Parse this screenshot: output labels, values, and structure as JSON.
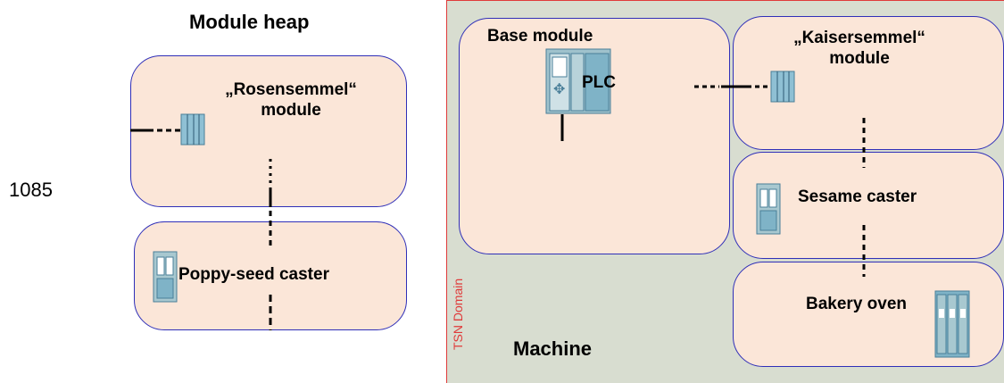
{
  "heap": {
    "title": "Module heap",
    "rosensemmel_label": "„Rosensemmel“\nmodule",
    "poppy_label": "Poppy-seed caster"
  },
  "side_number": "1085",
  "machine": {
    "title": "Machine",
    "domain_label": "TSN Domain",
    "base_label": "Base module",
    "plc_label": "PLC",
    "kaiser_label": "„Kaisersemmel“\nmodule",
    "sesame_label": "Sesame caster",
    "oven_label": "Bakery oven"
  },
  "colors": {
    "module_fill": "#fbe6d8",
    "module_border": "#2f2fb8",
    "machine_bg": "#d8ddd0",
    "domain_red": "#e03a3a",
    "device_teal": "#7fb3c7"
  }
}
